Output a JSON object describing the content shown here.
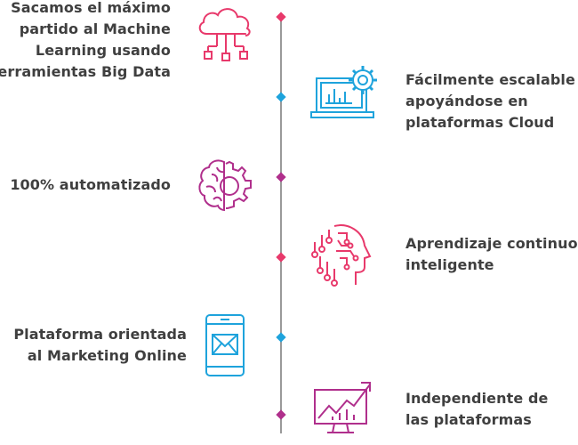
{
  "colors": {
    "pink": "#e8396b",
    "blue": "#1ea3dc",
    "purple": "#b02f8c",
    "line": "#9a9a9a",
    "text": "#3f3f3f"
  },
  "items": [
    {
      "side": "left",
      "lines": [
        "Sacamos el máximo",
        "partido al Machine",
        "Learning usando",
        "herramientas Big Data"
      ],
      "icon": "cloud-network-icon",
      "marker_color": "pink"
    },
    {
      "side": "right",
      "lines": [
        "Fácilmente escalable",
        "apoyándose en",
        "plataformas Cloud"
      ],
      "icon": "laptop-gear-chart-icon",
      "marker_color": "blue"
    },
    {
      "side": "left",
      "lines": [
        "100% automatizado"
      ],
      "icon": "brain-gear-icon",
      "marker_color": "purple"
    },
    {
      "side": "right",
      "lines": [
        "Aprendizaje continuo e",
        "inteligente"
      ],
      "icon": "ai-head-icon",
      "marker_color": "pink"
    },
    {
      "side": "left",
      "lines": [
        "Plataforma orientada",
        "al Marketing Online"
      ],
      "icon": "phone-mail-icon",
      "marker_color": "blue"
    },
    {
      "side": "right",
      "lines": [
        "Independiente de",
        "las plataformas"
      ],
      "icon": "monitor-growth-chart-icon",
      "marker_color": "purple"
    }
  ]
}
